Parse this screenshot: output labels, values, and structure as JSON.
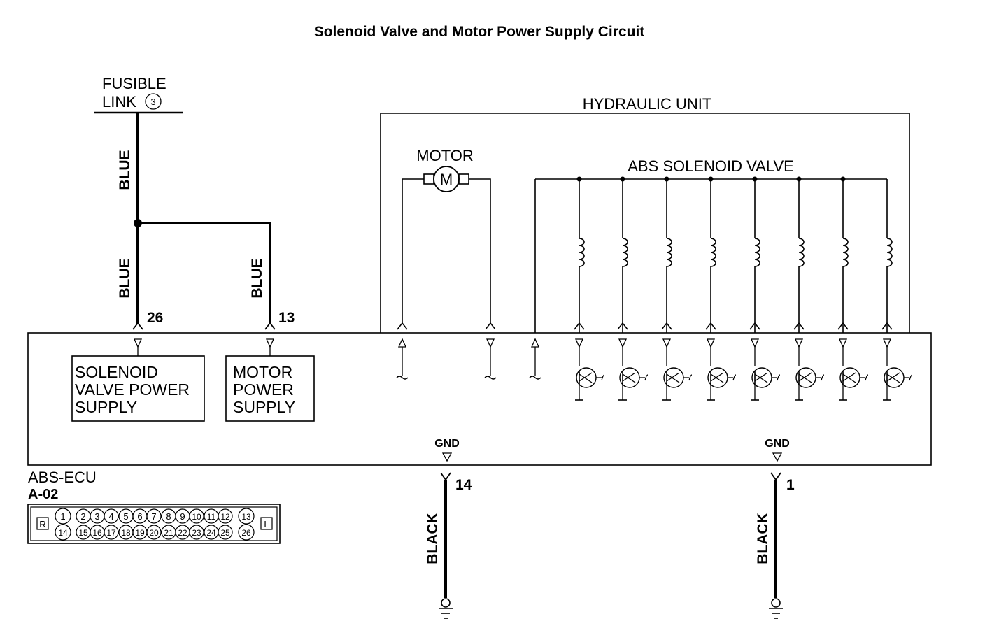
{
  "title": "Solenoid Valve and Motor Power Supply Circuit",
  "fusible_link": {
    "line1": "FUSIBLE",
    "line2": "LINK",
    "number": "3"
  },
  "wires": {
    "blue_top": "BLUE",
    "blue_left": "BLUE",
    "blue_right": "BLUE",
    "black_left": "BLACK",
    "black_right": "BLACK"
  },
  "pins": {
    "p26": "26",
    "p13": "13",
    "p14": "14",
    "p1": "1"
  },
  "hydraulic_unit": {
    "label": "HYDRAULIC UNIT",
    "motor_label": "MOTOR",
    "motor_symbol": "M",
    "solenoid_label": "ABS SOLENOID VALVE"
  },
  "ecu": {
    "solenoid_supply": [
      "SOLENOID",
      "VALVE POWER",
      "SUPPLY"
    ],
    "motor_supply": [
      "MOTOR",
      "POWER",
      "SUPPLY"
    ],
    "gnd_left": "GND",
    "gnd_right": "GND",
    "name": "ABS-ECU",
    "connector_id": "A-02"
  },
  "connector": {
    "left_tag": "R",
    "right_tag": "L",
    "top_row": [
      "1",
      "2",
      "3",
      "4",
      "5",
      "6",
      "7",
      "8",
      "9",
      "10",
      "11",
      "12",
      "13"
    ],
    "bottom_row": [
      "14",
      "15",
      "16",
      "17",
      "18",
      "19",
      "20",
      "21",
      "22",
      "23",
      "24",
      "25",
      "26"
    ]
  }
}
